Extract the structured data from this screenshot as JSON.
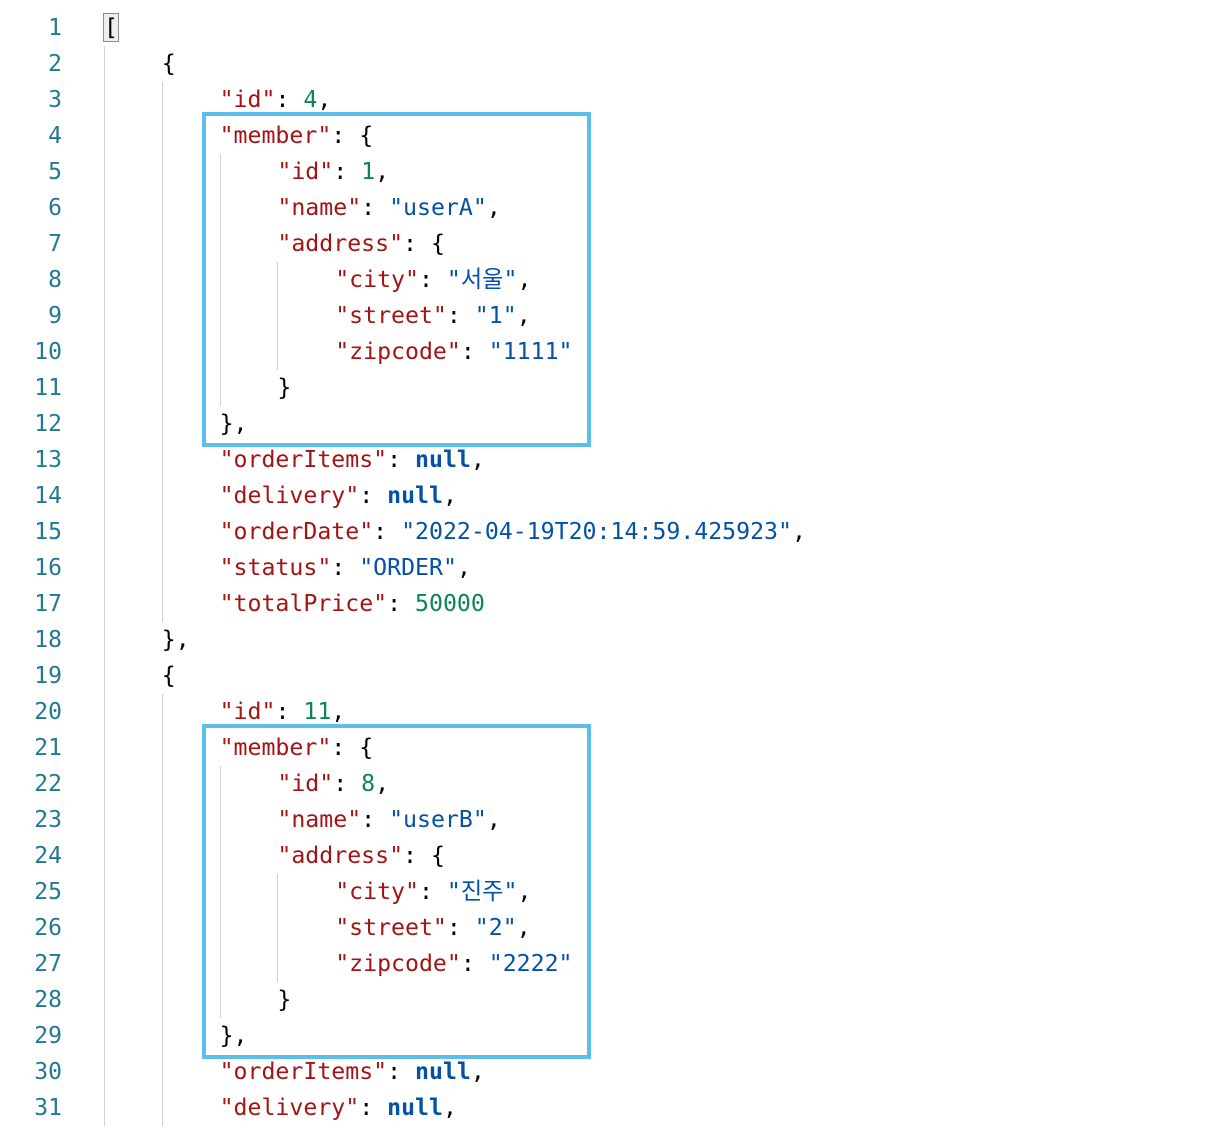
{
  "lines": [
    {
      "num": "1",
      "indent": 0,
      "tokens": [
        {
          "t": "[",
          "c": "p bracket-cursor"
        }
      ]
    },
    {
      "num": "2",
      "indent": 1,
      "tokens": [
        {
          "t": "{",
          "c": "p"
        }
      ]
    },
    {
      "num": "3",
      "indent": 2,
      "tokens": [
        {
          "t": "\"id\"",
          "c": "k"
        },
        {
          "t": ": ",
          "c": "p"
        },
        {
          "t": "4",
          "c": "n"
        },
        {
          "t": ",",
          "c": "p"
        }
      ]
    },
    {
      "num": "4",
      "indent": 2,
      "tokens": [
        {
          "t": "\"member\"",
          "c": "k"
        },
        {
          "t": ": {",
          "c": "p"
        }
      ]
    },
    {
      "num": "5",
      "indent": 3,
      "tokens": [
        {
          "t": "\"id\"",
          "c": "k"
        },
        {
          "t": ": ",
          "c": "p"
        },
        {
          "t": "1",
          "c": "n"
        },
        {
          "t": ",",
          "c": "p"
        }
      ]
    },
    {
      "num": "6",
      "indent": 3,
      "tokens": [
        {
          "t": "\"name\"",
          "c": "k"
        },
        {
          "t": ": ",
          "c": "p"
        },
        {
          "t": "\"userA\"",
          "c": "s"
        },
        {
          "t": ",",
          "c": "p"
        }
      ]
    },
    {
      "num": "7",
      "indent": 3,
      "tokens": [
        {
          "t": "\"address\"",
          "c": "k"
        },
        {
          "t": ": {",
          "c": "p"
        }
      ]
    },
    {
      "num": "8",
      "indent": 4,
      "tokens": [
        {
          "t": "\"city\"",
          "c": "k"
        },
        {
          "t": ": ",
          "c": "p"
        },
        {
          "t": "\"서울\"",
          "c": "s"
        },
        {
          "t": ",",
          "c": "p"
        }
      ]
    },
    {
      "num": "9",
      "indent": 4,
      "tokens": [
        {
          "t": "\"street\"",
          "c": "k"
        },
        {
          "t": ": ",
          "c": "p"
        },
        {
          "t": "\"1\"",
          "c": "s"
        },
        {
          "t": ",",
          "c": "p"
        }
      ]
    },
    {
      "num": "10",
      "indent": 4,
      "tokens": [
        {
          "t": "\"zipcode\"",
          "c": "k"
        },
        {
          "t": ": ",
          "c": "p"
        },
        {
          "t": "\"1111\"",
          "c": "s"
        }
      ]
    },
    {
      "num": "11",
      "indent": 3,
      "tokens": [
        {
          "t": "}",
          "c": "p"
        }
      ]
    },
    {
      "num": "12",
      "indent": 2,
      "tokens": [
        {
          "t": "},",
          "c": "p"
        }
      ]
    },
    {
      "num": "13",
      "indent": 2,
      "tokens": [
        {
          "t": "\"orderItems\"",
          "c": "k"
        },
        {
          "t": ": ",
          "c": "p"
        },
        {
          "t": "null",
          "c": "kw"
        },
        {
          "t": ",",
          "c": "p"
        }
      ]
    },
    {
      "num": "14",
      "indent": 2,
      "tokens": [
        {
          "t": "\"delivery\"",
          "c": "k"
        },
        {
          "t": ": ",
          "c": "p"
        },
        {
          "t": "null",
          "c": "kw"
        },
        {
          "t": ",",
          "c": "p"
        }
      ]
    },
    {
      "num": "15",
      "indent": 2,
      "tokens": [
        {
          "t": "\"orderDate\"",
          "c": "k"
        },
        {
          "t": ": ",
          "c": "p"
        },
        {
          "t": "\"2022-04-19T20:14:59.425923\"",
          "c": "s"
        },
        {
          "t": ",",
          "c": "p"
        }
      ]
    },
    {
      "num": "16",
      "indent": 2,
      "tokens": [
        {
          "t": "\"status\"",
          "c": "k"
        },
        {
          "t": ": ",
          "c": "p"
        },
        {
          "t": "\"ORDER\"",
          "c": "s"
        },
        {
          "t": ",",
          "c": "p"
        }
      ]
    },
    {
      "num": "17",
      "indent": 2,
      "tokens": [
        {
          "t": "\"totalPrice\"",
          "c": "k"
        },
        {
          "t": ": ",
          "c": "p"
        },
        {
          "t": "50000",
          "c": "n"
        }
      ]
    },
    {
      "num": "18",
      "indent": 1,
      "tokens": [
        {
          "t": "},",
          "c": "p"
        }
      ]
    },
    {
      "num": "19",
      "indent": 1,
      "tokens": [
        {
          "t": "{",
          "c": "p"
        }
      ]
    },
    {
      "num": "20",
      "indent": 2,
      "tokens": [
        {
          "t": "\"id\"",
          "c": "k"
        },
        {
          "t": ": ",
          "c": "p"
        },
        {
          "t": "11",
          "c": "n"
        },
        {
          "t": ",",
          "c": "p"
        }
      ]
    },
    {
      "num": "21",
      "indent": 2,
      "tokens": [
        {
          "t": "\"member\"",
          "c": "k"
        },
        {
          "t": ": {",
          "c": "p"
        }
      ]
    },
    {
      "num": "22",
      "indent": 3,
      "tokens": [
        {
          "t": "\"id\"",
          "c": "k"
        },
        {
          "t": ": ",
          "c": "p"
        },
        {
          "t": "8",
          "c": "n"
        },
        {
          "t": ",",
          "c": "p"
        }
      ]
    },
    {
      "num": "23",
      "indent": 3,
      "tokens": [
        {
          "t": "\"name\"",
          "c": "k"
        },
        {
          "t": ": ",
          "c": "p"
        },
        {
          "t": "\"userB\"",
          "c": "s"
        },
        {
          "t": ",",
          "c": "p"
        }
      ]
    },
    {
      "num": "24",
      "indent": 3,
      "tokens": [
        {
          "t": "\"address\"",
          "c": "k"
        },
        {
          "t": ": {",
          "c": "p"
        }
      ]
    },
    {
      "num": "25",
      "indent": 4,
      "tokens": [
        {
          "t": "\"city\"",
          "c": "k"
        },
        {
          "t": ": ",
          "c": "p"
        },
        {
          "t": "\"진주\"",
          "c": "s"
        },
        {
          "t": ",",
          "c": "p"
        }
      ]
    },
    {
      "num": "26",
      "indent": 4,
      "tokens": [
        {
          "t": "\"street\"",
          "c": "k"
        },
        {
          "t": ": ",
          "c": "p"
        },
        {
          "t": "\"2\"",
          "c": "s"
        },
        {
          "t": ",",
          "c": "p"
        }
      ]
    },
    {
      "num": "27",
      "indent": 4,
      "tokens": [
        {
          "t": "\"zipcode\"",
          "c": "k"
        },
        {
          "t": ": ",
          "c": "p"
        },
        {
          "t": "\"2222\"",
          "c": "s"
        }
      ]
    },
    {
      "num": "28",
      "indent": 3,
      "tokens": [
        {
          "t": "}",
          "c": "p"
        }
      ]
    },
    {
      "num": "29",
      "indent": 2,
      "tokens": [
        {
          "t": "},",
          "c": "p"
        }
      ]
    },
    {
      "num": "30",
      "indent": 2,
      "tokens": [
        {
          "t": "\"orderItems\"",
          "c": "k"
        },
        {
          "t": ": ",
          "c": "p"
        },
        {
          "t": "null",
          "c": "kw"
        },
        {
          "t": ",",
          "c": "p"
        }
      ]
    },
    {
      "num": "31",
      "indent": 2,
      "tokens": [
        {
          "t": "\"delivery\"",
          "c": "k"
        },
        {
          "t": ": ",
          "c": "p"
        },
        {
          "t": "null",
          "c": "kw"
        },
        {
          "t": ",",
          "c": "p"
        }
      ]
    }
  ],
  "colors": {
    "line_number": "#237893",
    "key": "#a31515",
    "string": "#0451a5",
    "number": "#098658",
    "keyword": "#0451a5",
    "highlight_box": "#5bbfea",
    "indent_guide": "#d3d3d3"
  }
}
